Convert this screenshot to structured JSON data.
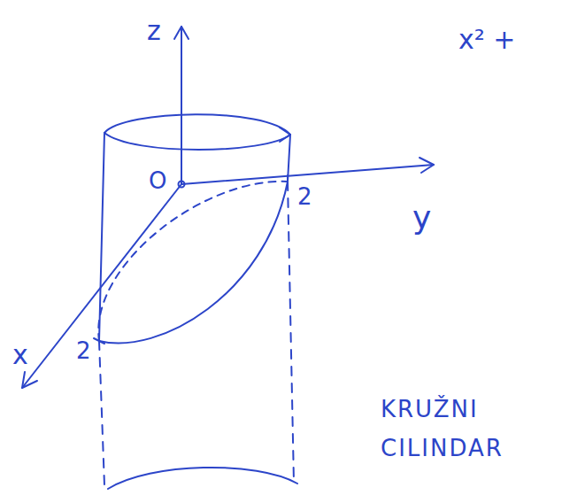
{
  "diagram": {
    "labels": [
      "z",
      "x² +",
      "O",
      "2",
      "y",
      "2",
      "x",
      "KRUŽNI CILINDAR"
    ]
  }
}
